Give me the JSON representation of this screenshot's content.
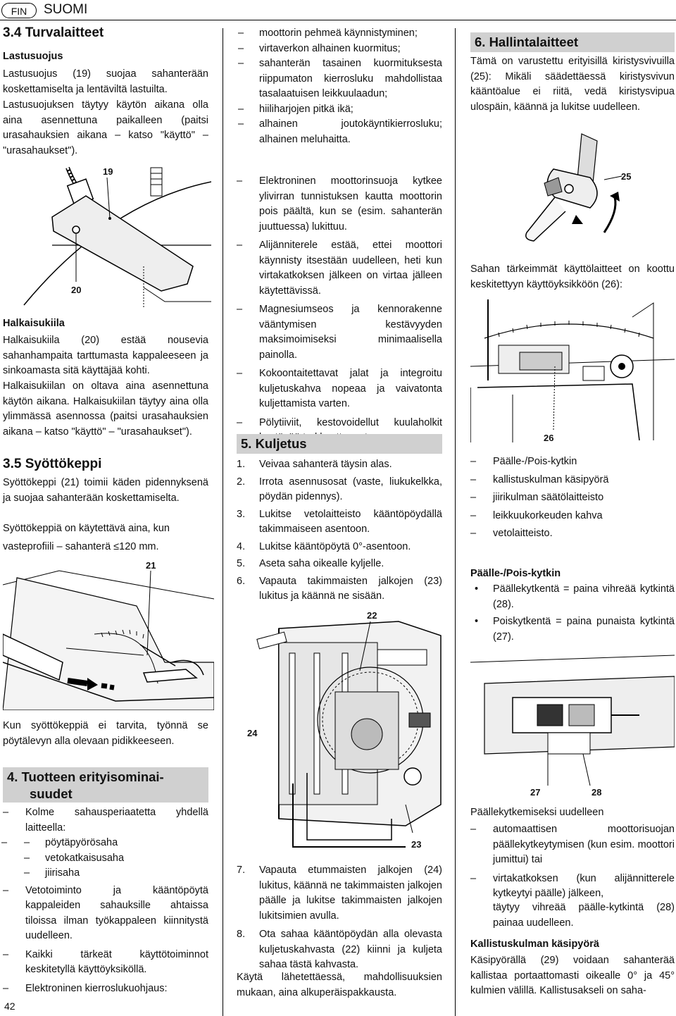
{
  "header": {
    "lang_code": "FIN",
    "lang_name": "SUOMI"
  },
  "page_number": "42",
  "col1": {
    "s34_title": "3.4 Turvalaitteet",
    "lastusuojus_h": "Lastusuojus",
    "p1": "Lastusuojus (19) suojaa sahanterään koskettamiselta ja lentäviltä lastuilta.",
    "p2": "Lastusuojuksen täytyy käytön aikana olla aina asennettuna paikalleen (paitsi urasahauksien aikana – katso \"käyttö\" – \"urasahaukset\").",
    "fig19": "19",
    "fig20": "20",
    "halkaisukiila_h": "Halkaisukiila",
    "p3": "Halkaisukiila (20) estää nousevia sahanhampaita tarttumasta kappaleeseen ja sinkoamasta sitä käyttäjää kohti.",
    "p4": "Halkaisukiilan on oltava aina asennettuna käytön aikana. Halkaisukiilan täytyy aina olla ylimmässä asennossa (paitsi urasahauksien aikana – katso \"käyttö\" – \"urasahaukset\").",
    "s35_title": "3.5 Syöttökeppi",
    "p5": "Syöttökeppi (21) toimii käden pidennyksenä ja suojaa sahanterään koskettamiselta.",
    "p6": "Syöttökeppiä on käytettävä aina, kun",
    "p7": "vasteprofiili – sahanterä ≤120 mm.",
    "fig21": "21",
    "p8": "Kun syöttökeppiä ei tarvita, työnnä se pöytälevyn alla olevaan pidikkeeseen.",
    "s4_title_1": "4. Tuotteen erityisominai-",
    "s4_title_2": "suudet",
    "s4_items": [
      "Kolme sahausperiaatetta yhdellä laitteella:",
      "pöytäpyörösaha",
      "vetokatkaisusaha",
      "jiirisaha",
      "Vetotoiminto ja kääntöpöytä kappaleiden sahauksille ahtaissa tiloissa ilman työkappaleen kiinnitystä uudelleen.",
      "Kaikki tärkeät käyttötoiminnot keskitetyllä käyttöyksiköllä.",
      "Elektroninen kierroslukuohjaus:"
    ]
  },
  "col2": {
    "items": [
      "moottorin pehmeä käynnistyminen;",
      "virtaverkon alhainen kuormitus;",
      "sahanterän tasainen kuormituksesta riippumaton kierrosluku mahdollistaa tasalaatuisen leikkuulaadun;",
      "hiiliharjojen pitkä ikä;",
      "alhainen joutokäyntikierrosluku; alhainen meluhaitta."
    ],
    "items2": [
      "Elektroninen moottorinsuoja kytkee ylivirran tunnistuksen kautta moottorin pois päältä, kun se (esim. sahanterän juuttuessa) lukittuu.",
      "Alijänniterele estää, ettei moottori käynnisty itsestään uudelleen, heti kun virtakatkoksen jälkeen on virtaa jälleen käytettävissä.",
      "Magnesiumseos ja kennorakenne vääntymisen kestävyyden maksimoimiseksi minimaalisella painolla.",
      "Kokoontaitettavat jalat ja integroitu kuljetuskahva nopeaa ja vaivatonta kuljettamista varten.",
      "Pölytiiviit, kestovoidellut kuulaholkit kestävää tarkkuutta varten."
    ],
    "s5_title": "5. Kuljetus",
    "steps": [
      {
        "n": "1.",
        "t": "Veivaa sahanterä täysin alas."
      },
      {
        "n": "2.",
        "t": "Irrota asennusosat (vaste, liukukelkka, pöydän pidennys)."
      },
      {
        "n": "3.",
        "t": "Lukitse vetolaitteisto kääntöpöydällä takimmaiseen asentoon."
      },
      {
        "n": "4.",
        "t": "Lukitse kääntöpöytä 0°-asentoon."
      },
      {
        "n": "5.",
        "t": "Aseta saha oikealle kyljelle."
      },
      {
        "n": "6.",
        "t": "Vapauta takimmaisten jalkojen (23) lukitus ja käännä ne sisään."
      }
    ],
    "fig22": "22",
    "fig24": "24",
    "fig23": "23",
    "steps2": [
      {
        "n": "7.",
        "t": "Vapauta etummaisten jalkojen (24) lukitus, käännä ne takimmaisten jalkojen päälle ja lukitse takimmaisten jalkojen lukitsimien avulla."
      },
      {
        "n": "8.",
        "t": "Ota sahaa kääntöpöydän alla olevasta kuljetuskahvasta (22) kiinni ja kuljeta sahaa tästä kahvasta."
      }
    ],
    "p_end": "Käytä lähetettäessä, mahdollisuuksien mukaan, aina alkuperäispakkausta."
  },
  "col3": {
    "s6_title": "6. Hallintalaitteet",
    "p1": "Tämä on varustettu erityisillä kiristysvivuilla (25): Mikäli säädettäessä kiristysvivun kääntöalue ei riitä, vedä kiristysvipua ulospäin, käännä ja lukitse uudelleen.",
    "fig25": "25",
    "p2": "Sahan tärkeimmät käyttölaitteet on koottu keskitettyyn käyttöyksikköön (26):",
    "fig26": "26",
    "items": [
      "Päälle-/Pois-kytkin",
      "kallistuskulman käsipyörä",
      "jiirikulman säätölaitteisto",
      "leikkuukorkeuden kahva",
      "vetolaitteisto."
    ],
    "switch_h": "Päälle-/Pois-kytkin",
    "bullets": [
      "Päällekytkentä = paina vihreää kytkintä (28).",
      "Poiskytkentä = paina punaista kytkintä (27)."
    ],
    "fig27": "27",
    "fig28": "28",
    "restart_h": "Päällekytkemiseksi uudelleen",
    "items2": [
      "automaattisen moottorisuojan päällekytkeytymisen (kun esim. moottori jumittui) tai",
      "virtakatkoksen (kun alijännitterele kytkeytyi päälle) jälkeen,"
    ],
    "p3": "täytyy vihreää päälle-kytkintä (28) painaa uudelleen.",
    "wheel_h": "Kallistuskulman käsipyörä",
    "p4": "Käsipyörällä (29) voidaan sahanterää kallistaa portaattomasti oikealle 0° ja 45° kulmien välillä. Kallistusakseli on saha-"
  }
}
